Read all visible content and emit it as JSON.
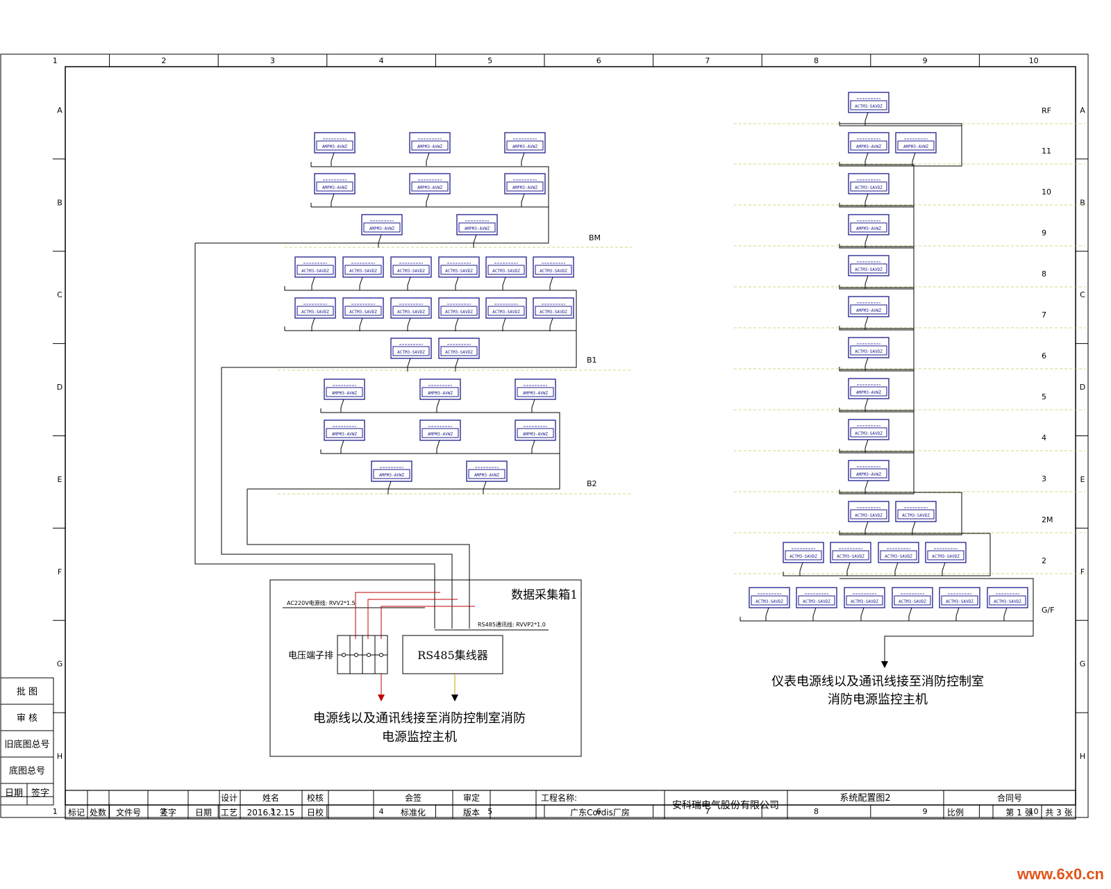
{
  "frame": {
    "columns": [
      "1",
      "2",
      "3",
      "4",
      "5",
      "6",
      "7",
      "8",
      "9",
      "10"
    ],
    "rows": [
      "A",
      "B",
      "C",
      "D",
      "E",
      "F",
      "G",
      "H"
    ]
  },
  "meter": {
    "label_a": "ACTM3-SAVDZ",
    "label_b": "AMPM3-AVWZ"
  },
  "floors_right": [
    "RF",
    "11",
    "10",
    "9",
    "8",
    "7",
    "6",
    "5",
    "4",
    "3",
    "2M",
    "2",
    "G/F"
  ],
  "floors_left": [
    "BM",
    "B1",
    "B2"
  ],
  "collector": {
    "title": "数据采集箱1",
    "terminal": "电压端子排",
    "concentrator": "RS485集线器",
    "power_cable": "AC220V电源线: RVV2*1.5",
    "rs485_cable": "RS485通讯线: RVVP2*1.0",
    "note_line1": "电源线以及通讯线接至消防控制室消防",
    "note_line2": "电源监控主机"
  },
  "right_note": {
    "line1": "仪表电源线以及通讯线接至消防控制室",
    "line2": "消防电源监控主机"
  },
  "side_labels": [
    "批  图",
    "审  核",
    "旧底图总号",
    "底图总号",
    "日期",
    "签字"
  ],
  "title_block": {
    "row1": [
      "设计",
      "姓名",
      "校核",
      "会签",
      "审定"
    ],
    "row2": [
      "标记",
      "处数",
      "文件号",
      "签字",
      "日期",
      "工艺",
      "2016.12.15",
      "日校",
      "标准化",
      "版本"
    ],
    "project_label": "工程名称:",
    "project_name": "广东Cordis厂房",
    "company": "安科瑞电气股份有限公司",
    "drawing_title": "系统配置图2",
    "contract": "合同号",
    "scale": "比例",
    "sheet": "第 1 张",
    "total": "共 3 张"
  },
  "watermark": "www.6x0.cn"
}
